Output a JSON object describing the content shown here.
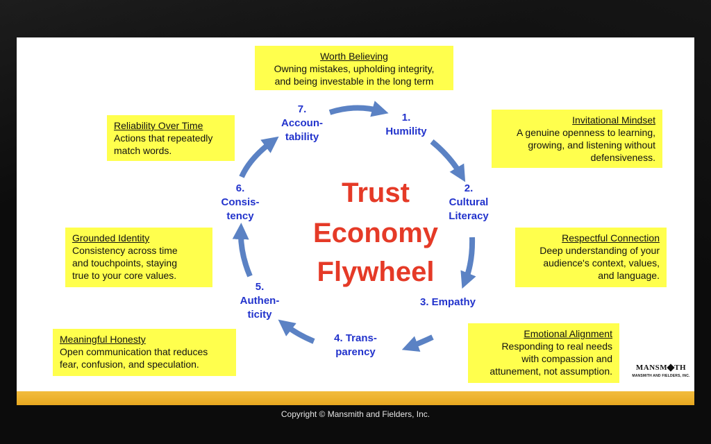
{
  "title": [
    "Trust",
    "Economy",
    "Flywheel"
  ],
  "nodes": {
    "n1": [
      "1.",
      "Humility"
    ],
    "n2": [
      "2.",
      "Cultural",
      "Literacy"
    ],
    "n3": [
      "3. Empathy"
    ],
    "n4": [
      "4. Trans-",
      "parency"
    ],
    "n5": [
      "5.",
      "Authen-",
      "ticity"
    ],
    "n6": [
      "6.",
      "Consis-",
      "tency"
    ],
    "n7": [
      "7.",
      "Accoun-",
      "tability"
    ]
  },
  "notes": {
    "worth": {
      "title": "Worth Believing ",
      "body": [
        "Owning mistakes, upholding integrity,",
        "and being investable in the long term"
      ]
    },
    "reliability": {
      "title": "Reliability Over Time",
      "body": [
        "Actions that repeatedly",
        "match words."
      ]
    },
    "invitational": {
      "title": "Invitational Mindset",
      "body": [
        "A genuine openness to learning,",
        "growing, and listening without",
        "defensiveness."
      ]
    },
    "grounded": {
      "title": "Grounded Identity",
      "body": [
        "Consistency across time",
        "and touchpoints, staying",
        "true to your core values."
      ]
    },
    "respectful": {
      "title": "Respectful Connection",
      "body": [
        "Deep understanding of your",
        "audience's context, values,",
        "and language."
      ]
    },
    "meaningful": {
      "title": "Meaningful Honesty",
      "body": [
        "Open communication that reduces",
        "fear, confusion, and speculation."
      ]
    },
    "emotional": {
      "title": "Emotional Alignment",
      "body": [
        "Responding to real needs",
        "with compassion and",
        "attunement, not assumption."
      ]
    }
  },
  "logo": {
    "mark_left": "MANSM",
    "mark_right": "TH",
    "sub": "MANSMITH AND FIELDERS, INC."
  },
  "copyright": "Copyright © Mansmith and Fielders, Inc.",
  "colors": {
    "note_bg": "#ffff4d",
    "node_text": "#2233cc",
    "title_text": "#e53a27",
    "arrow": "#5b82c4",
    "bar": "#eeb22e"
  }
}
